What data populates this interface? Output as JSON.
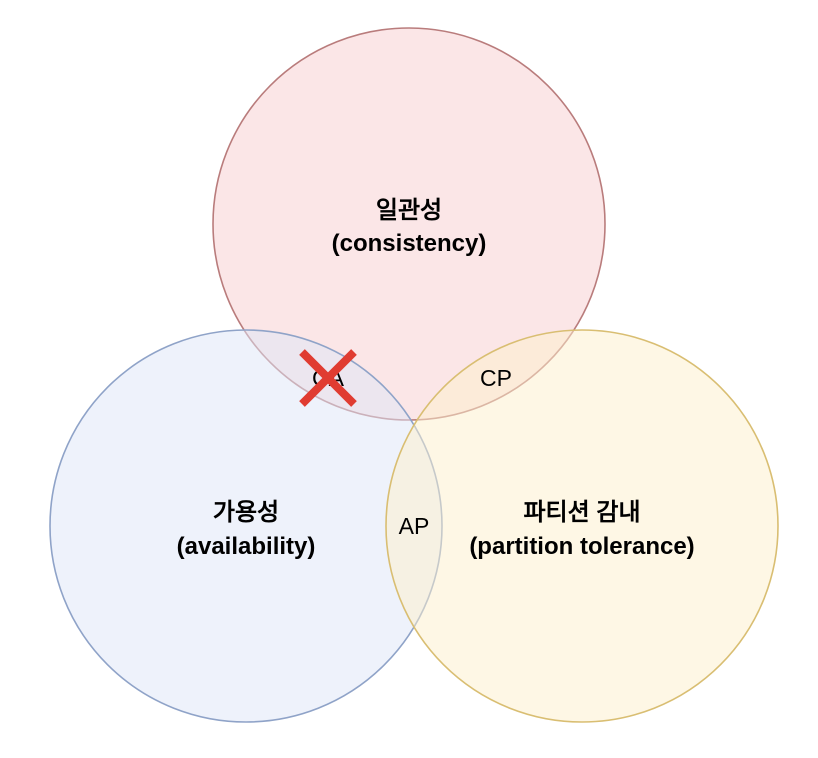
{
  "diagram": {
    "circles": {
      "consistency": {
        "title": "일관성",
        "subtitle": "(consistency)",
        "fill": "#f8d7d9",
        "stroke": "#b97c7c"
      },
      "availability": {
        "title": "가용성",
        "subtitle": "(availability)",
        "fill": "#dde6f8",
        "stroke": "#8fa3c8"
      },
      "partition": {
        "title": "파티션 감내",
        "subtitle": "(partition tolerance)",
        "fill": "#fdf0cc",
        "stroke": "#d9be72"
      }
    },
    "regions": {
      "ca": "CA",
      "cp": "CP",
      "ap": "AP"
    },
    "ca_excluded": true,
    "x_mark_color": "#e03c31"
  }
}
